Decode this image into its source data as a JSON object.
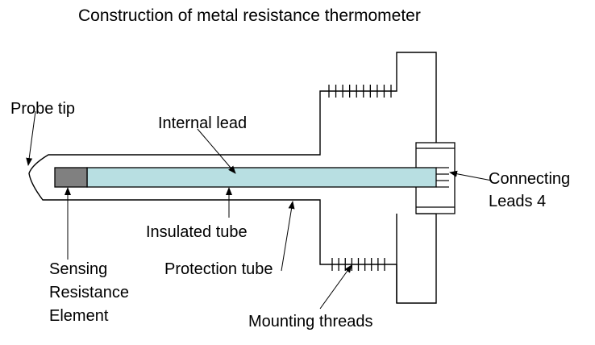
{
  "title": "Construction of metal resistance thermometer",
  "labels": {
    "probe_tip": "Probe tip",
    "internal_lead": "Internal lead",
    "insulated_tube": "Insulated tube",
    "sensing_line1": "Sensing",
    "sensing_line2": "Resistance",
    "sensing_line3": "Element",
    "protection_tube": "Protection tube",
    "mounting_threads": "Mounting threads",
    "connecting_line1": "Connecting",
    "connecting_line2": "Leads 4"
  },
  "colors": {
    "sensing_element": "#808080",
    "insulated_tube": "#b8dfe2",
    "stroke": "#000000"
  }
}
